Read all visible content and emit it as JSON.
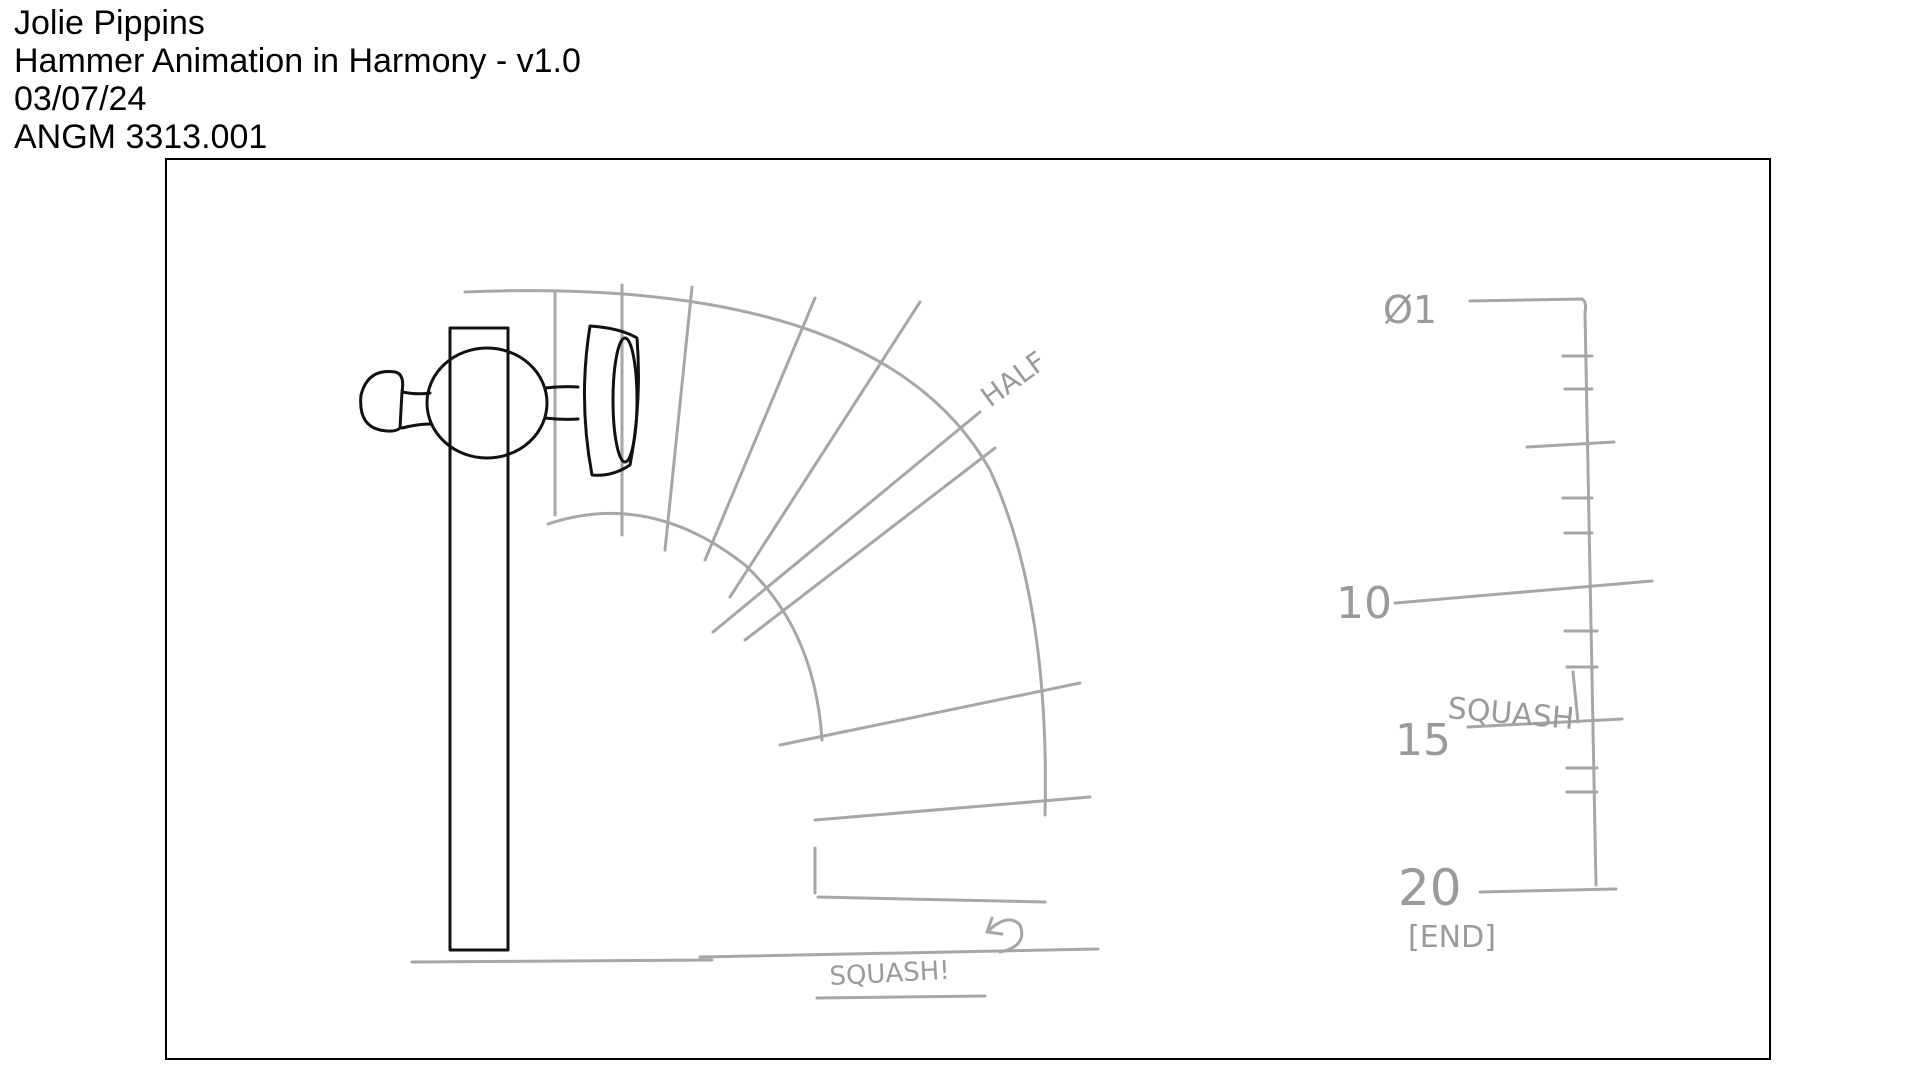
{
  "header": {
    "author": "Jolie Pippins",
    "title": "Hammer Animation in Harmony - v1.0",
    "date": "03/07/24",
    "course": "ANGM 3313.001"
  },
  "sketch": {
    "arc_label_half": "HALF",
    "arc_label_squash": "SQUASH!",
    "chart_label_start": "Ø1",
    "chart_label_10": "10",
    "chart_label_15": "15",
    "chart_label_squash": "SQUASH",
    "chart_label_20": "20",
    "chart_label_end": "[END]",
    "colors": {
      "pencil": "#a6a6a6",
      "ink": "#111111",
      "frame": "#000000"
    }
  }
}
